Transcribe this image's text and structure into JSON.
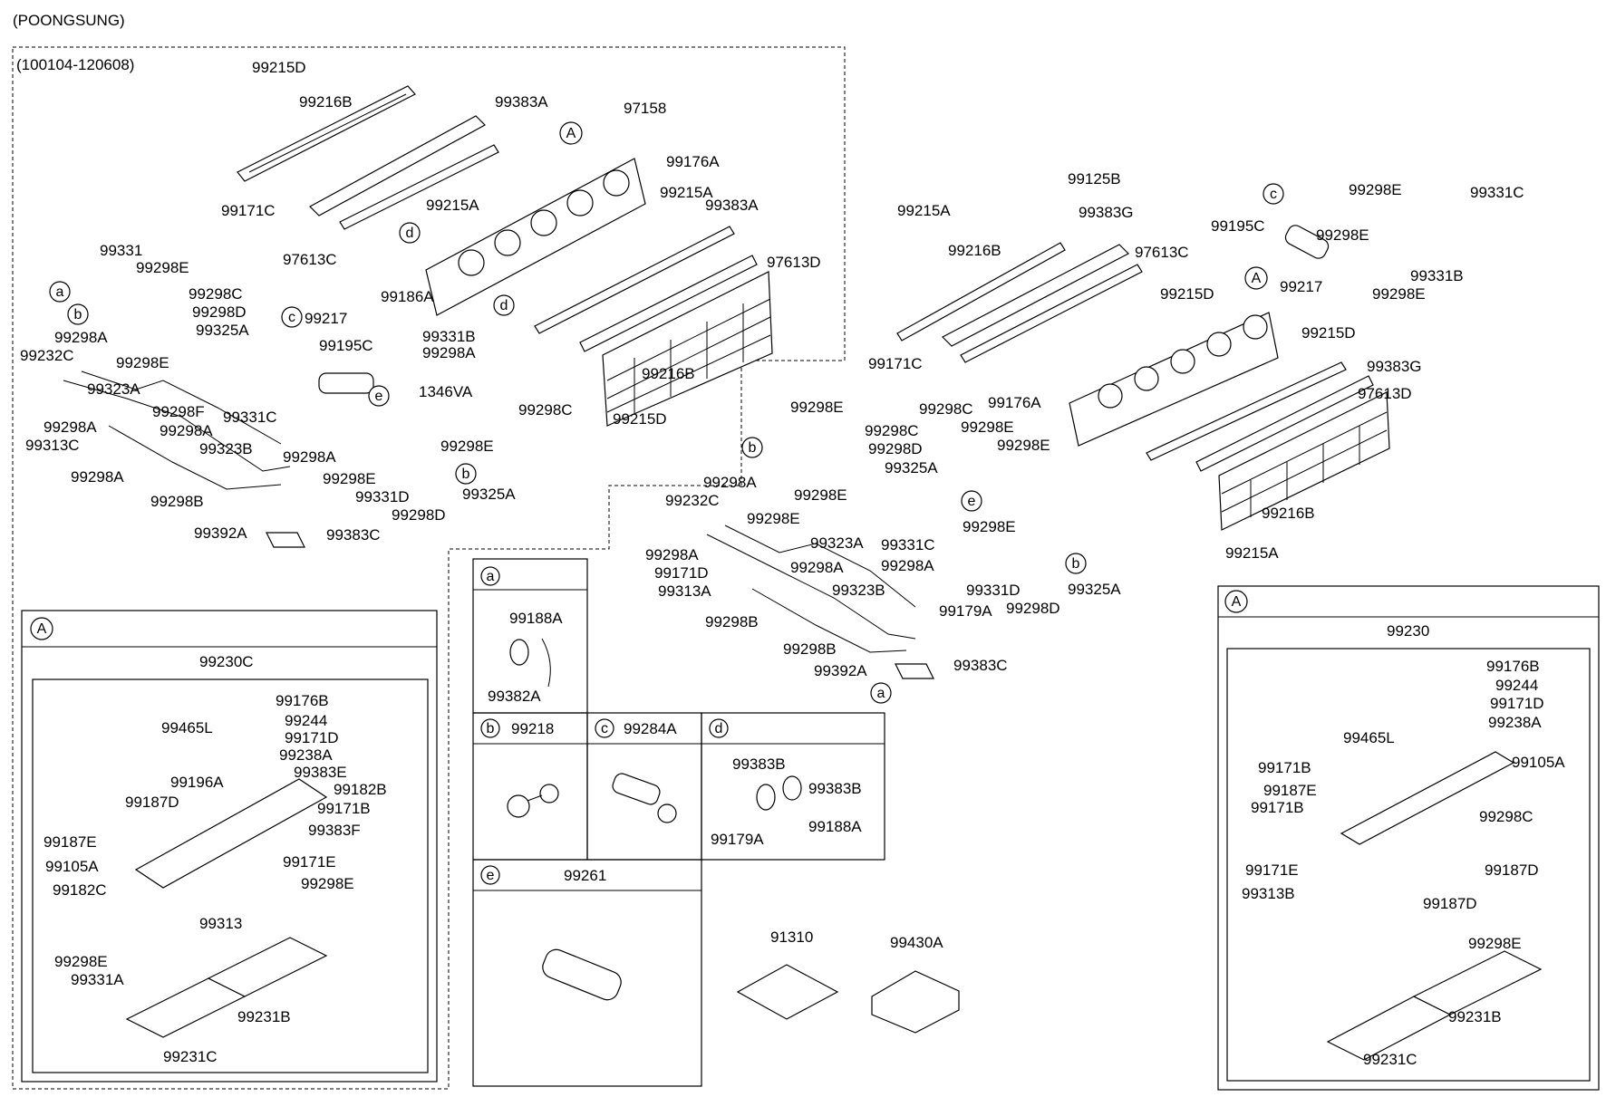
{
  "header": {
    "variant": "(POONGSUNG)",
    "date_range": "(100104-120608)"
  },
  "labels": {
    "L1": "99215D",
    "L2": "99216B",
    "L3": "99383A",
    "L4": "97158",
    "L5": "99176A",
    "L6": "99215A",
    "L7": "99215A",
    "L8": "99383A",
    "L9": "97613D",
    "L10": "99171C",
    "L11": "97613C",
    "L12": "99331",
    "L13": "99298E",
    "L14": "99298C",
    "L15": "99298D",
    "L16": "99325A",
    "L17": "99298A",
    "L18": "99232C",
    "L19": "99298E",
    "L20": "99217",
    "L21": "99186A",
    "L22": "99331B",
    "L23": "99195C",
    "L24": "99298A",
    "L25": "1346VA",
    "L26": "99323A",
    "L27": "99298F",
    "L28": "99331C",
    "L29": "99298A",
    "L30": "99298A",
    "L31": "99313C",
    "L32": "99323B",
    "L33": "99298A",
    "L34": "99298E",
    "L35": "99298E",
    "L36": "99298A",
    "L37": "99298B",
    "L38": "99331D",
    "L39": "99325A",
    "L40": "99298D",
    "L41": "99392A",
    "L42": "99383C",
    "L43": "99298C",
    "L44": "99216B",
    "L45": "99215D",
    "R1": "99125B",
    "R2": "99298E",
    "R3": "99331C",
    "R4": "99215A",
    "R5": "99383G",
    "R6": "99195C",
    "R7": "99298E",
    "R8": "99216B",
    "R9": "97613C",
    "R10": "99217",
    "R11": "99331B",
    "R12": "99298E",
    "R13": "99215D",
    "R14": "99215D",
    "R15": "99171C",
    "R16": "99383G",
    "R17": "99298C",
    "R18": "99176A",
    "R19": "97613D",
    "R20": "99298E",
    "R21": "99298E",
    "R22": "99298C",
    "R23": "99298E",
    "R24": "99298D",
    "R25": "99325A",
    "R26": "99298A",
    "R27": "99232C",
    "R28": "99298E",
    "R29": "99216B",
    "R30": "99298E",
    "R31": "99298E",
    "R32": "99215A",
    "R33": "99323A",
    "R34": "99331C",
    "R35": "99298A",
    "R36": "99298A",
    "R37": "99298A",
    "R38": "99171D",
    "R39": "99313A",
    "R40": "99323B",
    "R41": "99331D",
    "R42": "99325A",
    "R43": "99298D",
    "R44": "99179A",
    "R45": "99298B",
    "R46": "99298B",
    "R47": "99392A",
    "R48": "99383C"
  },
  "callouts": [
    "a",
    "b",
    "c",
    "d",
    "e",
    "A"
  ],
  "detail_left": {
    "title": "99230C",
    "items": [
      "99176B",
      "99465L",
      "99244",
      "99171D",
      "99238A",
      "99383E",
      "99196A",
      "99182B",
      "99187D",
      "99171B",
      "99383F",
      "99187E",
      "99171E",
      "99105A",
      "99298E",
      "99182C",
      "99313",
      "99298E",
      "99331A",
      "99231B",
      "99231C"
    ]
  },
  "detail_right": {
    "title": "99230",
    "items": [
      "99176B",
      "99244",
      "99171D",
      "99465L",
      "99238A",
      "99171B",
      "99105A",
      "99187E",
      "99171B",
      "99298C",
      "99171E",
      "99187D",
      "99313B",
      "99187D",
      "99298E",
      "99231B",
      "99231C"
    ]
  },
  "parts_grid": {
    "a": {
      "labels": [
        "99188A",
        "99382A"
      ]
    },
    "b": {
      "part_no": "99218"
    },
    "c": {
      "part_no": "99284A"
    },
    "d": {
      "labels": [
        "99383B",
        "99383B",
        "99179A",
        "99188A"
      ]
    },
    "e": {
      "part_no": "99261"
    }
  },
  "extras": {
    "label1": "91310",
    "label2": "99430A"
  }
}
